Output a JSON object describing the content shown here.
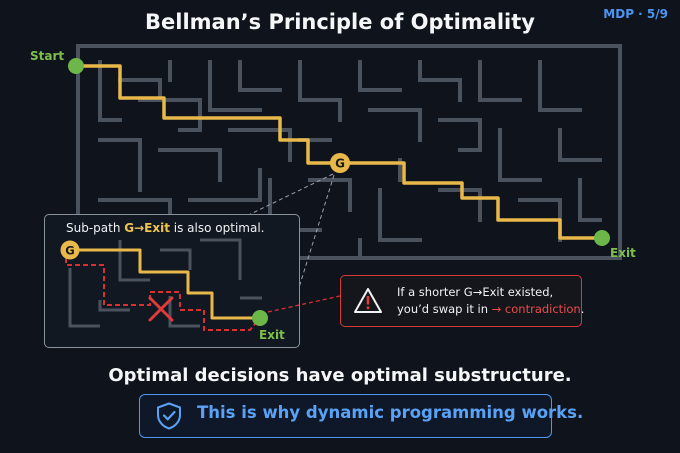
{
  "title": "Bellman’s Principle of Optimality",
  "slide_counter": "MDP · 5/9",
  "maze": {
    "start_label": "Start",
    "exit_label": "Exit",
    "waypoint_label": "G"
  },
  "inset": {
    "caption_prefix": "Sub-path ",
    "caption_highlight": "G→Exit",
    "caption_suffix": " is also optimal.",
    "waypoint_label": "G",
    "exit_label": "Exit"
  },
  "warning": {
    "line1": "If a shorter G→Exit existed,",
    "line2_prefix": "you’d swap it in ",
    "line2_highlight": "→ contradiction",
    "line2_suffix": "."
  },
  "subtitle": "Optimal decisions have optimal substructure.",
  "conclusion": "This is why dynamic programming works.",
  "colors": {
    "background": "#0f141c",
    "maze_walls": "#4a525d",
    "optimal_path": "#e8b94a",
    "node_green": "#6cb64a",
    "waypoint": "#e8b94a",
    "alternative_path": "#d92f2f",
    "accent_blue": "#4d95f0"
  },
  "icons": [
    "warning-icon",
    "shield-check-icon",
    "cross-icon"
  ]
}
